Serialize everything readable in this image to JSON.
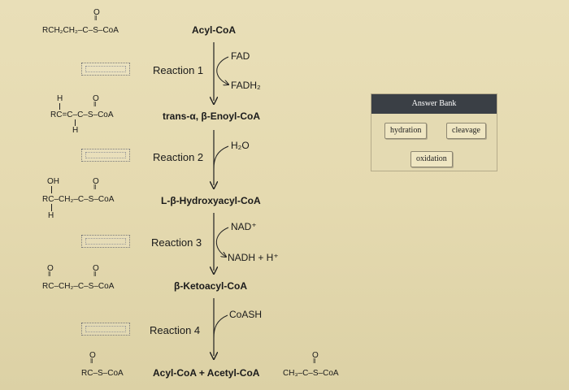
{
  "compounds": {
    "acyl_coa_struct": {
      "main": "RCH₂CH₂–C–S–CoA",
      "o_label": "O"
    },
    "enoyl_struct": {
      "main": "RC=C–C–S–CoA",
      "h_top": "H",
      "h_bottom": "H",
      "o_label": "O"
    },
    "hydroxy_struct": {
      "main": "RC–CH₂–C–S–CoA",
      "oh_label": "OH",
      "h_bottom": "H",
      "o_label": "O"
    },
    "ketoacyl_struct": {
      "main": "RC–CH₂–C–S–CoA",
      "o_label_1": "O",
      "o_label_2": "O"
    },
    "product_struct": {
      "main": "RC–S–CoA",
      "o_label": "O"
    },
    "acetyl_struct": {
      "main": "CH₃–C–S–CoA",
      "o_label": "O"
    }
  },
  "names": {
    "acyl_coa": "Acyl-CoA",
    "enoyl_coa": "trans-α, β-Enoyl-CoA",
    "hydroxyacyl_coa": "L-β-Hydroxyacyl-CoA",
    "ketoacyl_coa": "β-Ketoacyl-CoA",
    "products": "Acyl-CoA + Acetyl-CoA"
  },
  "reactions": [
    {
      "label": "Reaction 1",
      "in": "FAD",
      "out": "FADH₂"
    },
    {
      "label": "Reaction 2",
      "in": "H₂O",
      "out": ""
    },
    {
      "label": "Reaction 3",
      "in": "NAD⁺",
      "out": "NADH + H⁺"
    },
    {
      "label": "Reaction 4",
      "in": "CoASH",
      "out": ""
    }
  ],
  "answer_bank": {
    "title": "Answer Bank",
    "options": [
      "hydration",
      "cleavage",
      "oxidation"
    ]
  }
}
